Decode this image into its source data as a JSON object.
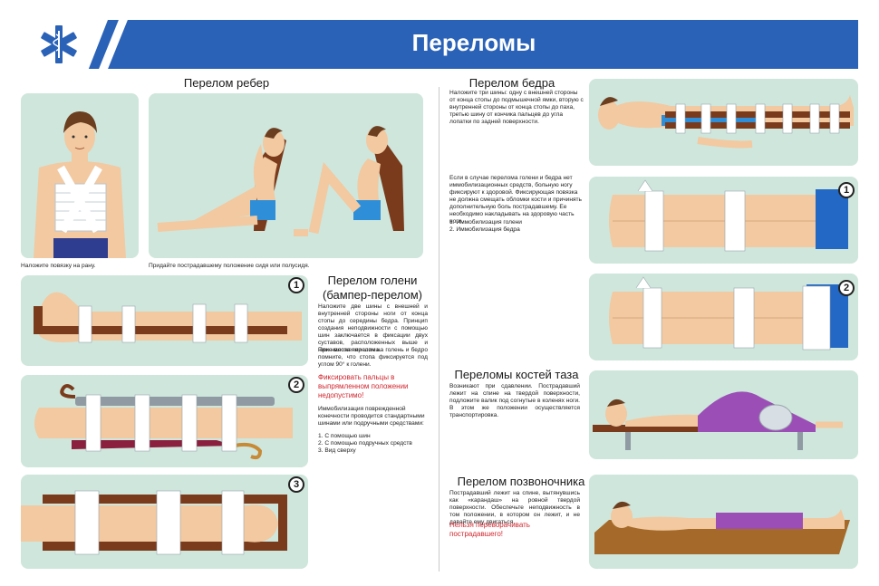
{
  "header": {
    "title": "Переломы"
  },
  "ribs": {
    "title": "Перелом ребер",
    "caption_left": "Наложите повязку на рану.",
    "caption_right": "Придайте пострадавшему положение сидя или полусидя."
  },
  "shin": {
    "title_line1": "Перелом голени",
    "title_line2": "(бампер-перелом)",
    "para1": "Наложите две шины с внешней и внутренней стороны ноги от конца стопы до середины бедра. Принцип создания неподвижности с помощью шин заключается в фиксации двух суставов, расположенных выше и ниже места перелома.",
    "para2": "При наложении шин на голень и бедро помните, что стопа фиксируется под углом 90° к голени.",
    "warning": "Фиксировать пальцы в выпрямленном положении недопустимо!",
    "para3": "Иммобилизация поврежденной конечности проводится стандартными шинами или подручными средствами:",
    "list": [
      "1. С помощью шин",
      "2. С помощью подручных средств",
      "3. Вид сверху"
    ]
  },
  "thigh": {
    "title": "Перелом бедра",
    "para1": "Наложите три шины: одну с внешней стороны от конца стопы до подмышечной ямки, вторую с внутренней стороны от конца стопы до паха, третью шину от кончика пальцев до угла лопатки по задней поверхности.",
    "para2": "Если в случае перелома голени и бедра нет иммобилизационных средств, больную ногу фиксируют к здоровой. Фиксирующая повязка не должна смещать обломки кости и причинять дополнительную боль пострадавшему. Ее необходимо накладывать на здоровую часть ноги.",
    "list": [
      "1. Иммобилизация голени",
      "2. Иммобилизация бедра"
    ]
  },
  "pelvis": {
    "title": "Переломы костей таза",
    "para": "Возникают при сдавлении. Пострадавший лежит на спине на твердой поверхности, подложите валик под согнутые в коленях ноги. В этом же положении осуществляется транспортировка."
  },
  "spine": {
    "title": "Перелом позвоночника",
    "para": "Пострадавший лежит на спине, вытянувшись как «карандаш» на ровной твердой поверхности. Обеспечьте неподвижность в том положении, в котором он лежит, и не давайте ему двигаться.",
    "warning": "Нельзя переворачивать пострадавшего!"
  },
  "badges": {
    "b1": "1",
    "b2": "2",
    "b3": "3",
    "b4": "1",
    "b5": "2"
  },
  "colors": {
    "header": "#2a62b8",
    "panel": "#cfe6dc",
    "splint": "#7a3b1c",
    "warning": "#d0262e",
    "skin": "#f2c9a0"
  }
}
